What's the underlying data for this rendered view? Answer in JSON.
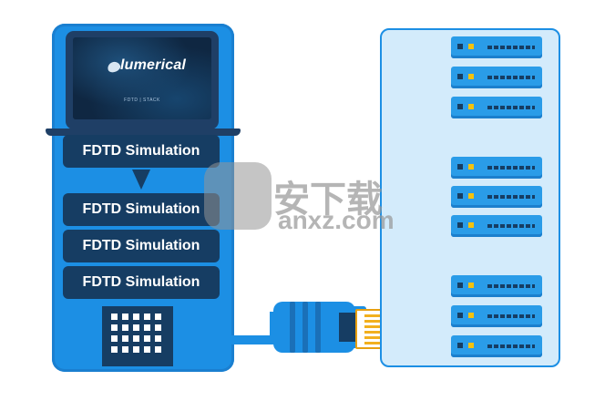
{
  "screen": {
    "logo_text": "lumerical",
    "caption": "FDTD | STACK"
  },
  "simulations": [
    {
      "label": "FDTD Simulation"
    },
    {
      "label": "FDTD Simulation"
    },
    {
      "label": "FDTD Simulation"
    },
    {
      "label": "FDTD Simulation"
    }
  ],
  "watermark": {
    "title": "安下载",
    "subtitle": "anxz.com"
  },
  "colors": {
    "accent_blue": "#1c8fe4",
    "dark_navy": "#163d63",
    "rack_bg": "#d3ebfb",
    "connector_gold": "#f2b01e"
  }
}
